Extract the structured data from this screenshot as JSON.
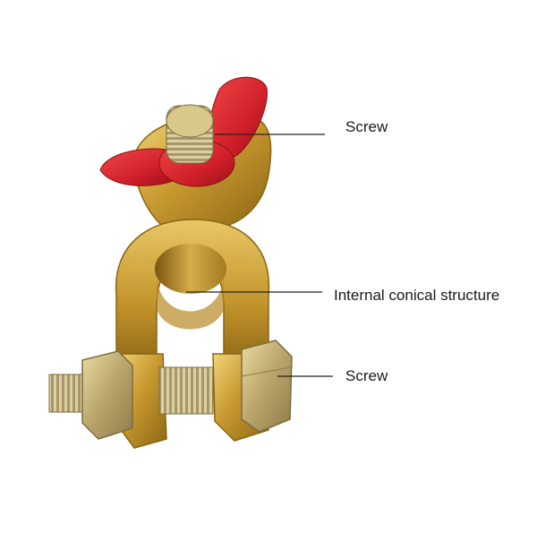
{
  "callouts": {
    "top_screw": "Screw",
    "internal": "Internal conical structure",
    "bottom_screw": "Screw"
  },
  "colors": {
    "brass": "#c79a2e",
    "brass_light": "#e6c25a",
    "brass_dark": "#8a6512",
    "wing_nut": "#d8262e",
    "zinc_bolt": "#b9a46a",
    "leader_line": "#222222",
    "background": "#ffffff"
  }
}
